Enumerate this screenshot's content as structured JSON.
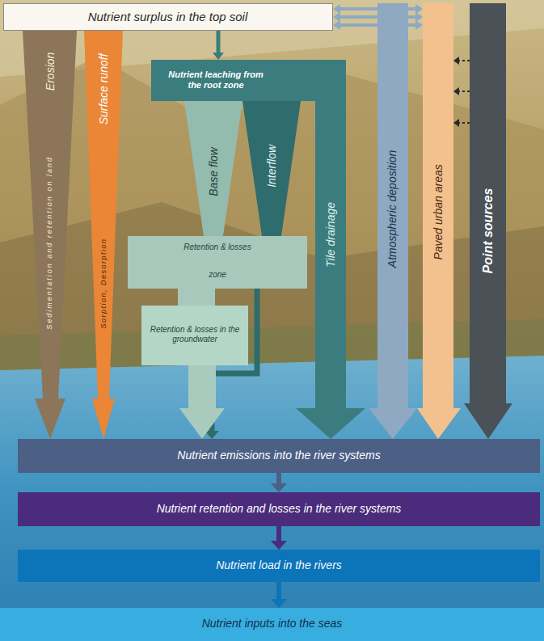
{
  "diagram": {
    "nodes": [
      {
        "text": [
          "Nutrient surplus in the top soil"
        ]
      },
      {
        "text": [
          "Erosion",
          "Sedimentation and retention on land"
        ]
      },
      {
        "text": [
          "Surface runoff",
          "Sorption, Desorption"
        ]
      },
      {
        "text": [
          "Nutrient leaching from the root zone"
        ]
      },
      {
        "text": [
          "Base flow"
        ]
      },
      {
        "text": [
          "Interflow"
        ]
      },
      {
        "text": [
          "Retention & losses",
          "zone"
        ]
      },
      {
        "text": [
          "Retention & losses in the groundwater"
        ]
      },
      {
        "text": [
          "Tile drainage"
        ]
      },
      {
        "text": [
          "Atmospheric deposition"
        ]
      },
      {
        "text": [
          "Paved urban areas"
        ]
      },
      {
        "text": [
          "Point sources"
        ]
      },
      {
        "text": [
          "Nutrient emissions into the river systems"
        ]
      },
      {
        "text": [
          "Nutrient retention and losses in the river systems"
        ]
      },
      {
        "text": [
          "Nutrient load in the rivers"
        ]
      },
      {
        "text": [
          "Nutrient inputs into the seas"
        ]
      }
    ],
    "edges": [
      {
        "from": 0,
        "to": 3,
        "arrow": "to"
      },
      {
        "from": 0,
        "to": 10,
        "arrow": "both"
      },
      {
        "from": 0,
        "to": 10,
        "arrow": "both"
      },
      {
        "from": 0,
        "to": 10,
        "arrow": "both"
      },
      {
        "from": 11,
        "to": 10,
        "arrow": "to"
      },
      {
        "from": 11,
        "to": 10,
        "arrow": "to"
      },
      {
        "from": 11,
        "to": 10,
        "arrow": "to"
      },
      {
        "from": 6,
        "to": 7,
        "arrow": "none"
      },
      {
        "from": 6,
        "to": 12,
        "arrow": "to"
      },
      {
        "from": 7,
        "to": 12,
        "arrow": "to"
      },
      {
        "from": 12,
        "to": 13,
        "arrow": "to"
      },
      {
        "from": 13,
        "to": 14,
        "arrow": "to"
      },
      {
        "from": 14,
        "to": 15,
        "arrow": "to"
      }
    ]
  }
}
